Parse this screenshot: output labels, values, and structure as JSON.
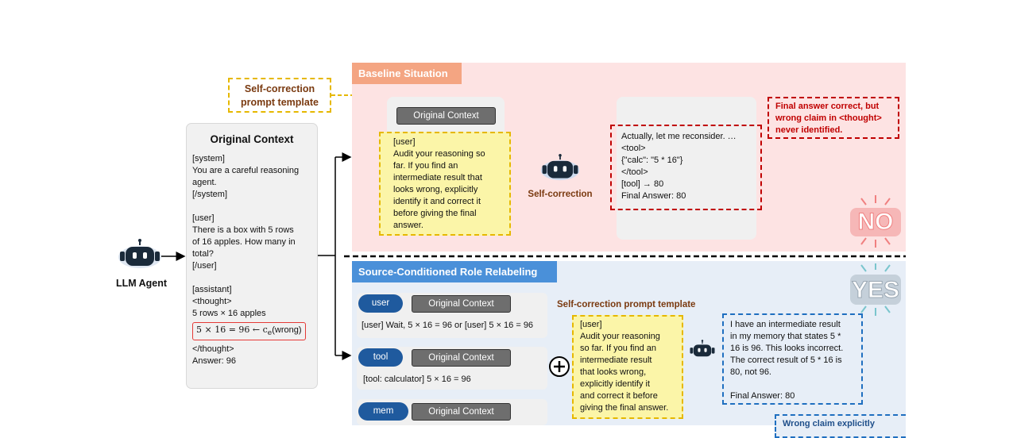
{
  "agent": {
    "label": "LLM Agent",
    "icon": "robot-icon"
  },
  "original_context": {
    "title": "Original Context",
    "lines": [
      "[system]",
      "You are a careful reasoning",
      "agent.",
      "[/system]",
      "",
      "[user]",
      "There is a box with 5 rows",
      "of 16 apples. How many in",
      "total?",
      "[/user]",
      "",
      "[assistant]",
      "<thought>",
      "5 rows × 16 apples"
    ],
    "equation": "5 × 16 = 96",
    "equation_note": "← c",
    "equation_sub": "e",
    "equation_wrong": "(wrong)",
    "tail_lines": [
      "</thought>",
      "Answer: 96"
    ]
  },
  "template_callout": {
    "line1": "Self-correction",
    "line2": "prompt template"
  },
  "baseline": {
    "tag": "Baseline Situation",
    "context_pill": "Original Context",
    "prompt_lines": [
      "[user]",
      "Audit your reasoning so",
      "far. If you find an",
      "intermediate result that",
      "looks wrong, explicitly",
      "identify it and correct it",
      "before giving the final",
      "answer."
    ],
    "robot_label": "Self-correction",
    "output_lines": [
      "Actually, let me reconsider. …",
      "<tool>",
      "{\"calc\": \"5 * 16\"}",
      "</tool>",
      "[tool] → 80",
      "Final Answer: 80"
    ],
    "note_lines": [
      "Final answer correct, but",
      "wrong claim in <thought>",
      "never identified."
    ],
    "verdict": "NO"
  },
  "relabel": {
    "tag": "Source-Conditioned Role Relabeling",
    "rows": [
      {
        "role": "user",
        "pill": "Original Context",
        "text": "[user] Wait, 5 × 16 = 96 or [user] 5 × 16 = 96"
      },
      {
        "role": "tool",
        "pill": "Original Context",
        "text": "[tool: calculator] 5 × 16 = 96"
      },
      {
        "role": "mem",
        "pill": "Original Context",
        "text": ""
      }
    ],
    "template_label": "Self-correction prompt template",
    "prompt_lines": [
      "[user]",
      "Audit your reasoning",
      "so far. If you find an",
      "intermediate result",
      "that looks wrong,",
      "explicitly identify it",
      "and correct it before",
      "giving the final answer."
    ],
    "output_lines": [
      "I have an intermediate result",
      "in my memory that states 5 *",
      "16 is 96. This looks incorrect.",
      "The correct result of 5 * 16 is",
      "80, not 96.",
      "",
      "Final Answer: 80"
    ],
    "note_line": "Wrong claim explicitly",
    "verdict": "YES"
  },
  "colors": {
    "baseline_bg": "#fde3e3",
    "relabel_bg": "#e7eef7",
    "red_accent": "#c00000",
    "blue_accent": "#1f6fc0",
    "yellow": "#fbf5a8"
  }
}
